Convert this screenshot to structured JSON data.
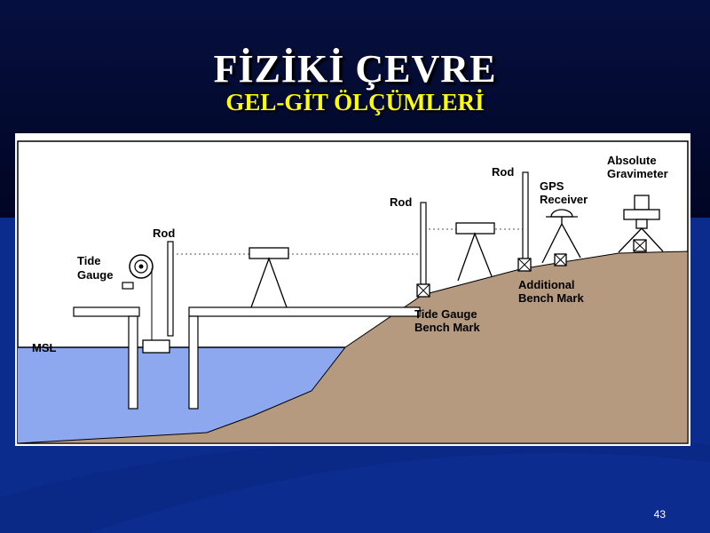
{
  "slide": {
    "title": "FİZİKİ ÇEVRE",
    "subtitle": "GEL-GİT ÖLÇÜMLERİ",
    "page_number": "43"
  },
  "diagram": {
    "labels": {
      "tide": "Tide",
      "gauge": "Gauge",
      "rod_1": "Rod",
      "rod_2": "Rod",
      "rod_3": "Rod",
      "msl": "MSL",
      "tide_gauge_bench_mark_1": "Tide Gauge",
      "tide_gauge_bench_mark_2": "Bench Mark",
      "additional_bench_mark_1": "Additional",
      "additional_bench_mark_2": "Bench Mark",
      "gps_1": "GPS",
      "gps_2": "Receiver",
      "gravimeter_1": "Absolute",
      "gravimeter_2": "Gravimeter"
    },
    "colors": {
      "water": "#8ea8f0",
      "land": "#b59a80",
      "background_dark": "#000a3a",
      "background_blue": "#0a2a8a",
      "title": "#ffffff",
      "subtitle": "#ffff00"
    }
  }
}
